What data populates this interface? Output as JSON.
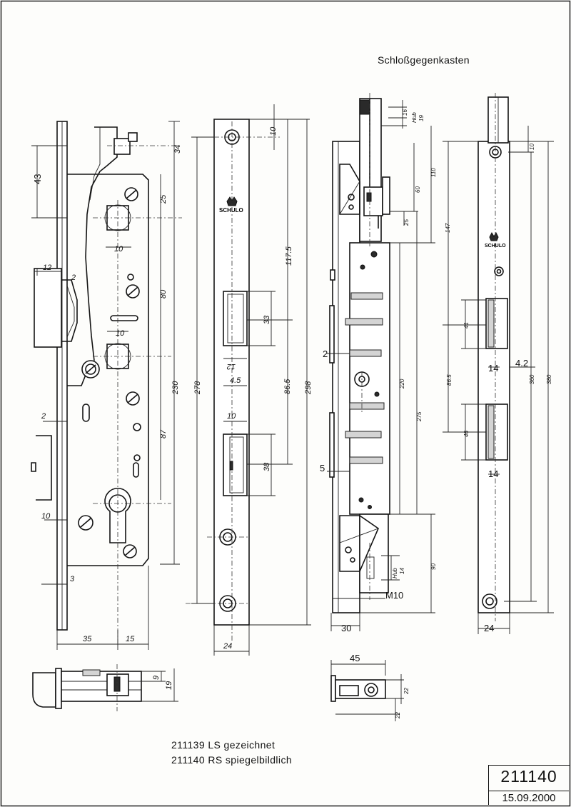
{
  "header": {
    "title": "Schloßgegenkasten"
  },
  "notes": [
    "211139 LS gezeichnet",
    "211140 RS spiegelbildlich"
  ],
  "titleblock": {
    "number": "211140",
    "date": "15.09.2000"
  },
  "brand": {
    "logo_text": "SCHULO"
  },
  "lock_body": {
    "dims": {
      "d43": "43",
      "d34": "34",
      "d25": "25",
      "d10a": "10",
      "d12": "12",
      "d2a": "2",
      "d80": "80",
      "d10b": "10",
      "d230": "230",
      "d2b": "2",
      "d87": "87",
      "d10c": "10",
      "d3": "3",
      "d35": "35",
      "d15": "15"
    }
  },
  "faceplate": {
    "dims": {
      "d10": "10",
      "d1175": "117.5",
      "d33": "33",
      "d12": "12",
      "d278": "278",
      "d45": "4.5",
      "d865": "86.5",
      "d298": "298",
      "d10b": "10",
      "d38": "38",
      "d24": "24"
    }
  },
  "counter_box": {
    "dims": {
      "d16": "16",
      "hub_top": "Hub",
      "d19": "19",
      "d110": "110",
      "d60": "60",
      "d25": "25",
      "d2": "2",
      "d220": "220",
      "d275": "275",
      "d5": "5",
      "hub_bot": "Hub",
      "d14": "14",
      "d90": "90",
      "m10": "M10",
      "d30": "30"
    }
  },
  "strike_plate": {
    "dims": {
      "d10": "10",
      "d147": "147",
      "d41": "41",
      "d865": "86.5",
      "d14a": "14",
      "d42": "4.2",
      "d360": "360",
      "d380": "380",
      "d46": "46",
      "d14b": "14",
      "d24": "24"
    }
  },
  "top_view_left": {
    "dims": {
      "d9": "9",
      "d19": "19"
    }
  },
  "top_view_right": {
    "dims": {
      "d45": "45",
      "d22a": "22",
      "d22b": "22"
    }
  }
}
